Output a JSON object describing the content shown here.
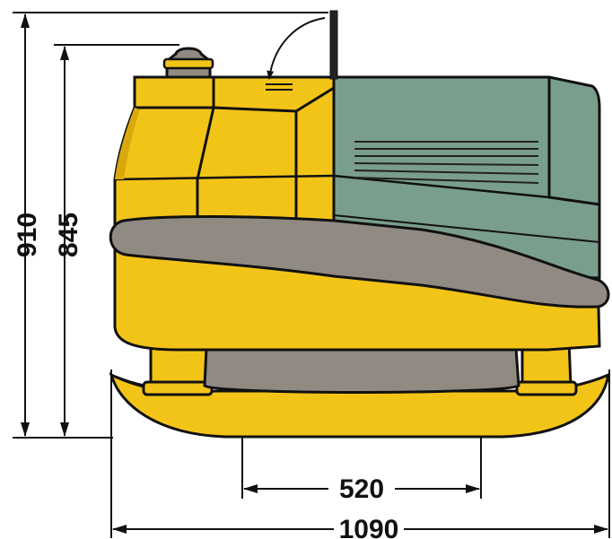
{
  "dimensions": {
    "total_height": "910",
    "body_height": "845",
    "base_plate_width": "520",
    "total_length": "1090"
  },
  "colors": {
    "body_yellow": "#f2c418",
    "yellow_shadow": "#d9a90c",
    "engine_green": "#7a9e8c",
    "engine_green_dark": "#5f7f6e",
    "rubber_grey": "#908a82",
    "outline": "#111111",
    "background": "#ffffff"
  }
}
